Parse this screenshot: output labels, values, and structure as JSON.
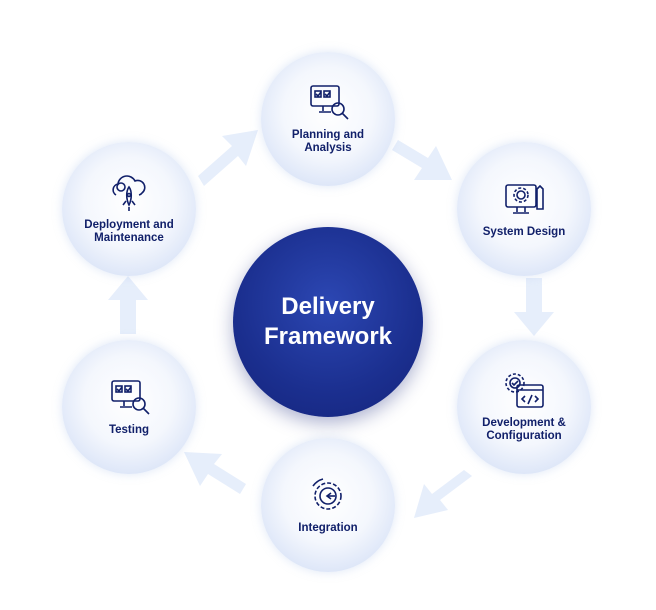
{
  "center": {
    "title": "Delivery\nFramework"
  },
  "stages": [
    {
      "label": "Planning and\nAnalysis",
      "icon": "monitor-checklist-magnifier-icon"
    },
    {
      "label": "System Design",
      "icon": "monitor-gear-pencil-icon"
    },
    {
      "label": "Development &\nConfiguration",
      "icon": "gear-code-window-icon"
    },
    {
      "label": "Integration",
      "icon": "gear-arrow-cycle-icon"
    },
    {
      "label": "Testing",
      "icon": "monitor-checklist-magnifier-icon"
    },
    {
      "label": "Deployment and\nMaintenance",
      "icon": "cloud-rocket-gear-icon"
    }
  ],
  "colors": {
    "center_fill": "#1b2f8f",
    "node_text": "#11206a",
    "arrow": "#e3edfb"
  }
}
